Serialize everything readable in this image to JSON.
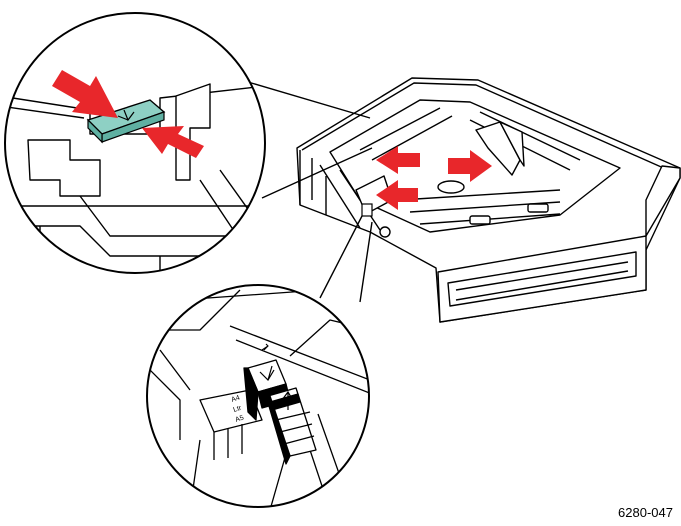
{
  "figure": {
    "reference_number": "6280-047",
    "tab_markings": [
      "A4",
      "Ltr",
      "A5"
    ],
    "colors": {
      "arrow": "#e8272b",
      "release_tab": "#8ed0c4",
      "outline": "#000000",
      "background": "#ffffff"
    },
    "icons": {
      "arrow": "red-arrow-icon",
      "release_tab": "guide-release-tab",
      "magnifier": "magnifier-callout"
    }
  }
}
